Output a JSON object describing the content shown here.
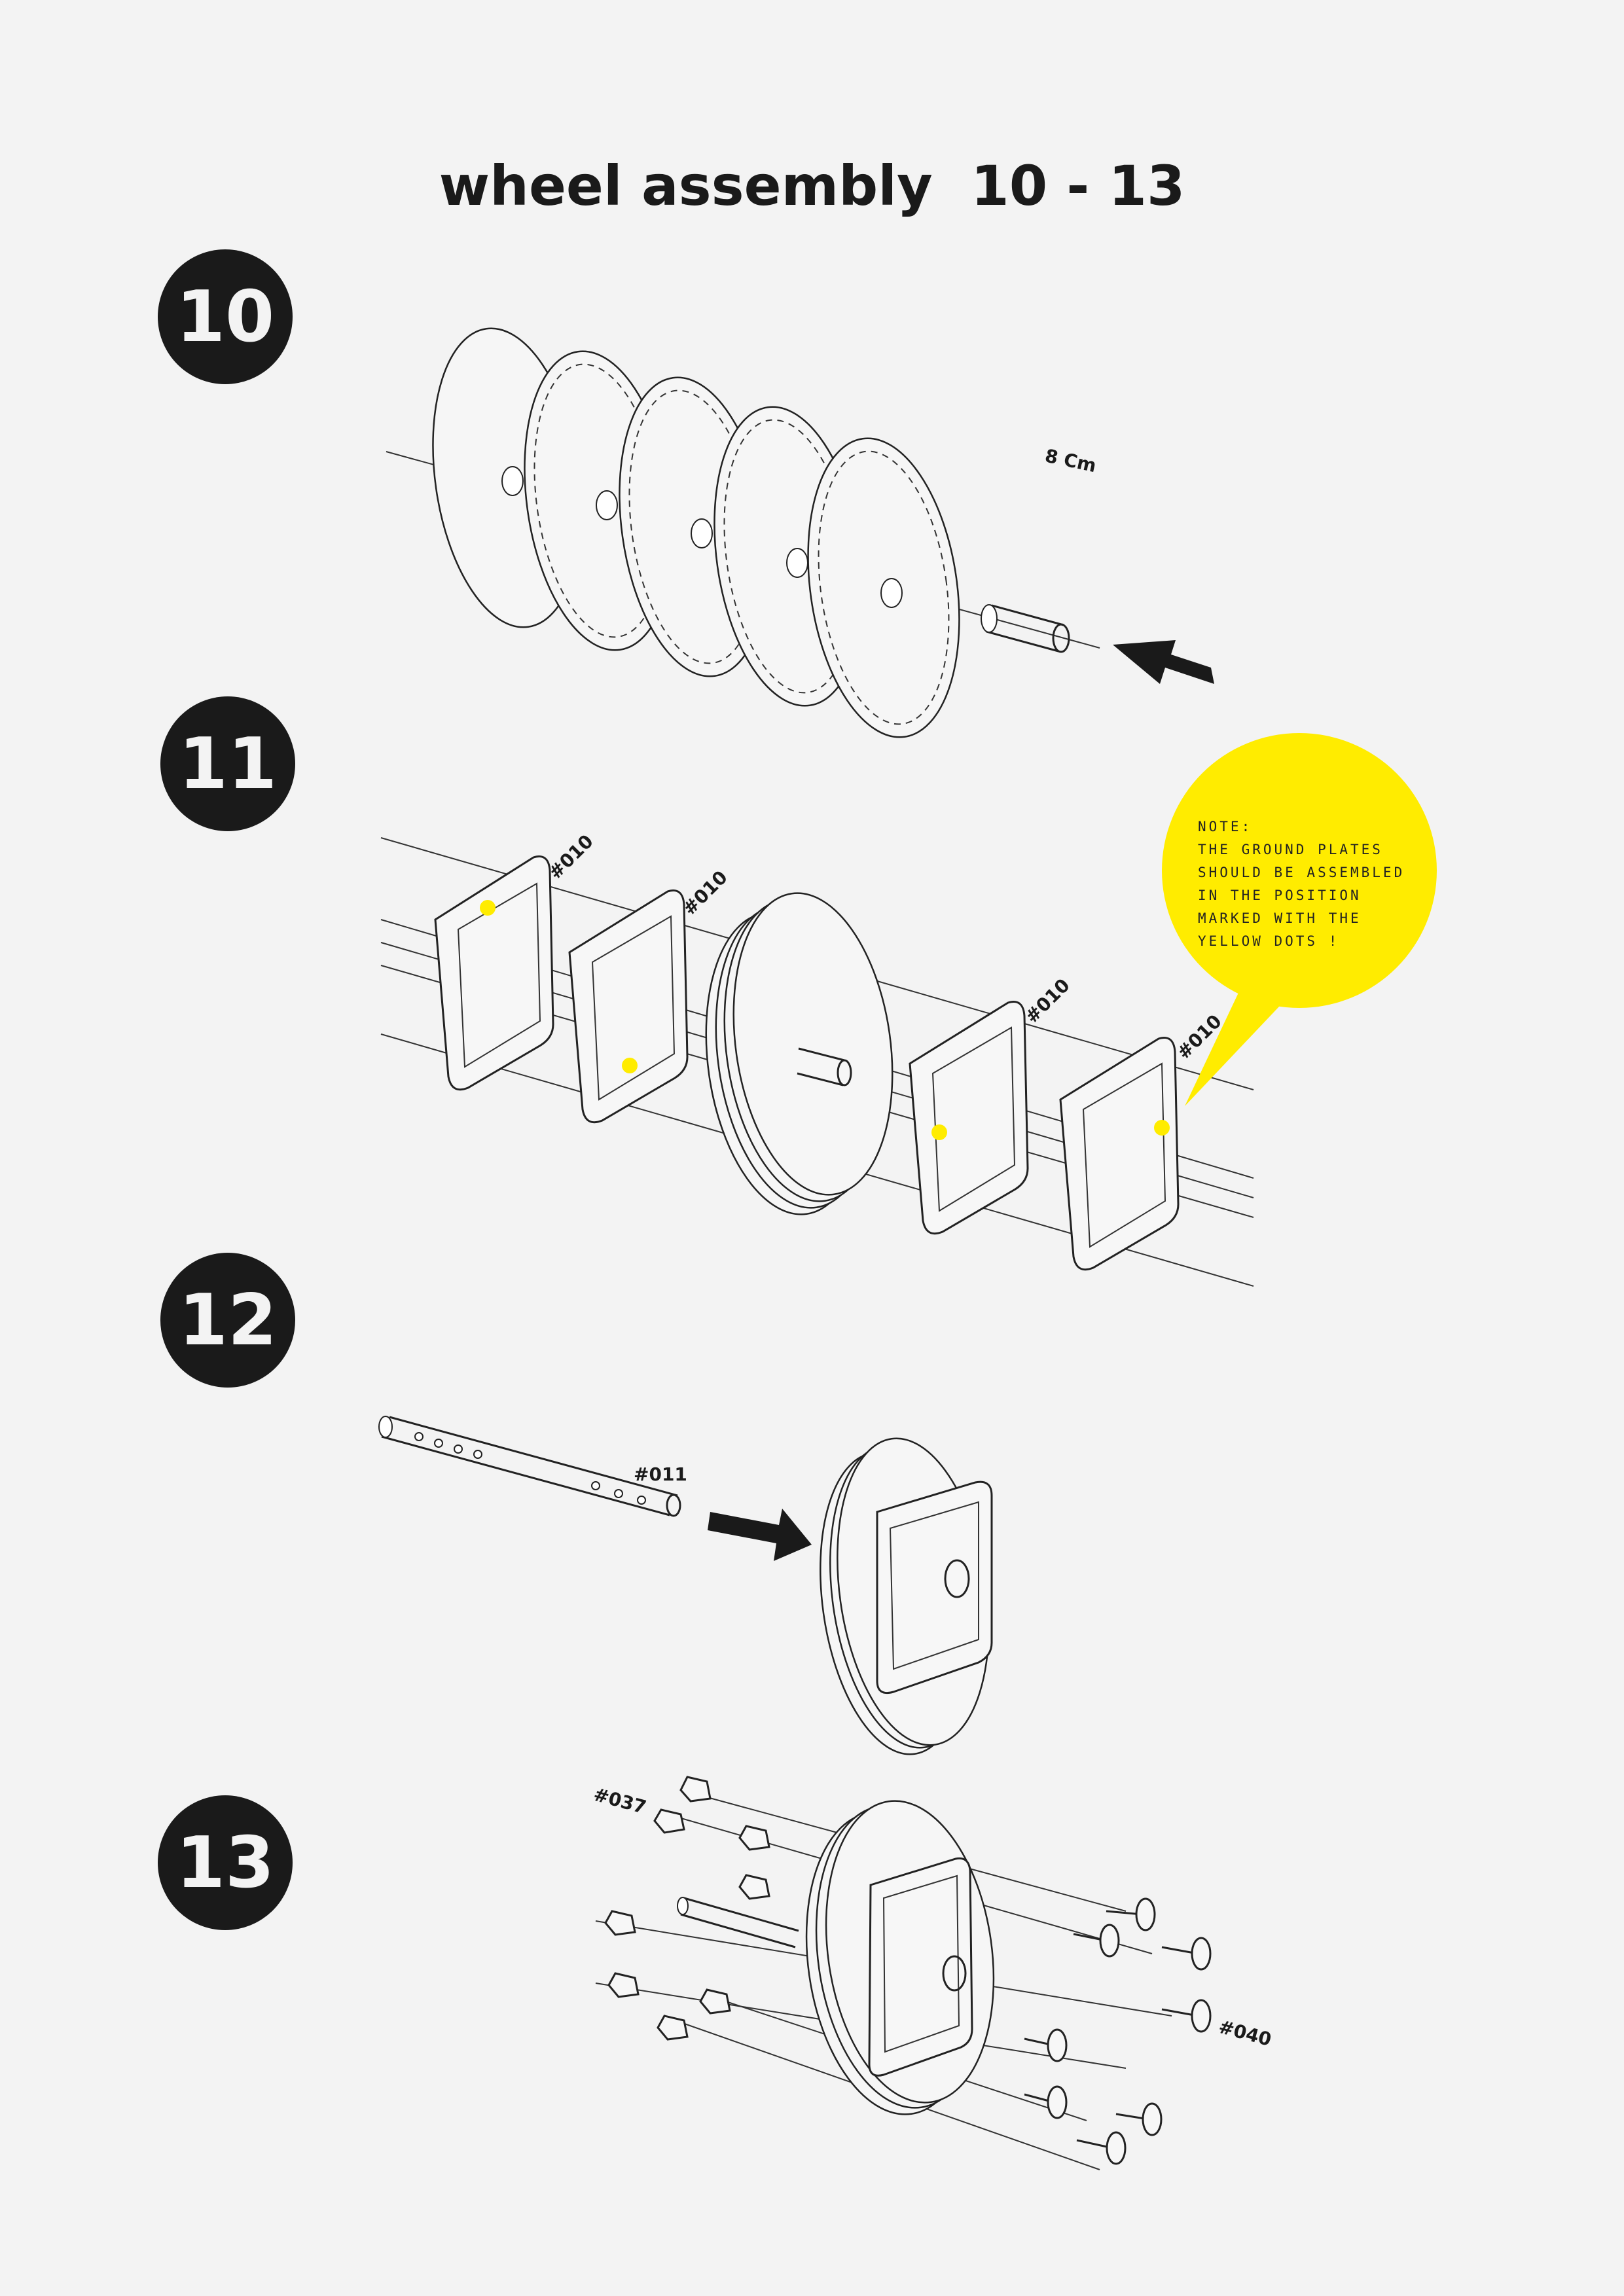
{
  "title": "wheel assembly  10 - 13",
  "steps": [
    {
      "number": "10"
    },
    {
      "number": "11"
    },
    {
      "number": "12"
    },
    {
      "number": "13"
    }
  ],
  "labels": {
    "length": "8 Cm",
    "part_010": "#010",
    "part_011": "#011",
    "part_037": "#037",
    "part_040": "#040"
  },
  "note": {
    "lines": [
      "NOTE:",
      "THE GROUND PLATES",
      "SHOULD BE ASSEMBLED",
      "IN THE POSITION",
      "MARKED WITH THE",
      "YELLOW DOTS !"
    ]
  },
  "colors": {
    "badge": "#1a1a1a",
    "highlight": "#ffec00",
    "background": "#f3f3f3"
  }
}
